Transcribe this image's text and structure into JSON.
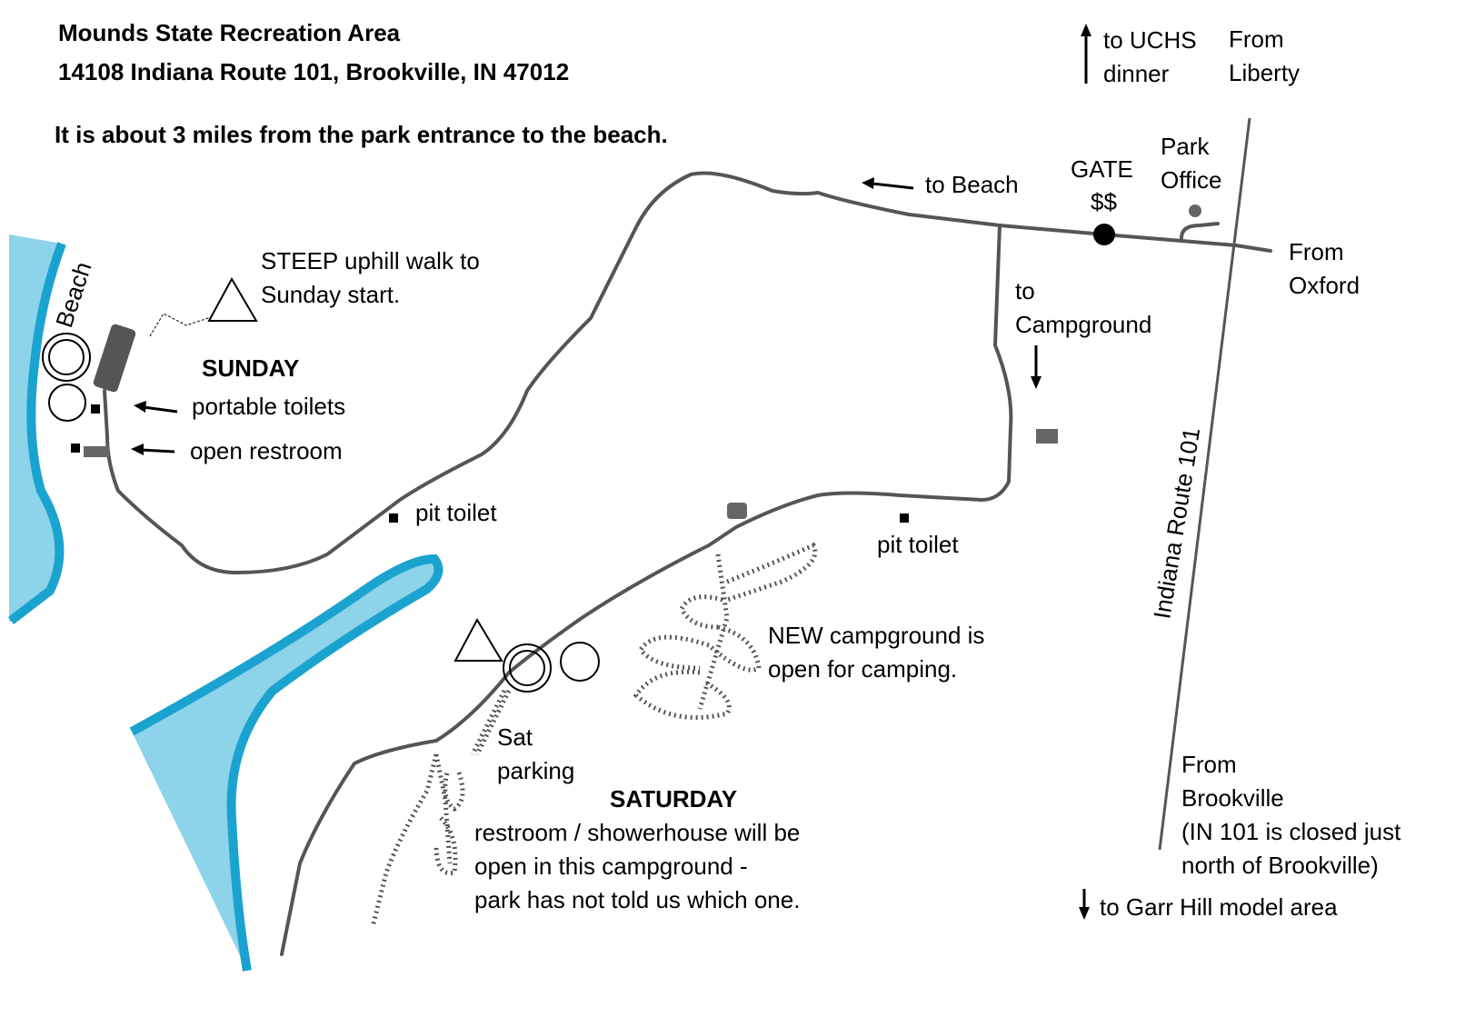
{
  "header": {
    "title": "Mounds State Recreation Area",
    "address": "14108 Indiana Route 101, Brookville, IN 47012",
    "note": "It is about 3 miles from the park entrance to the beach."
  },
  "labels": {
    "to_uchs_1": "to UCHS",
    "to_uchs_2": "dinner",
    "from_liberty_1": "From",
    "from_liberty_2": "Liberty",
    "park_office_1": "Park",
    "park_office_2": "Office",
    "gate_1": "GATE",
    "gate_2": "$$",
    "to_beach": "to Beach",
    "from_oxford_1": "From",
    "from_oxford_2": "Oxford",
    "to_campground_1": "to",
    "to_campground_2": "Campground",
    "route": "Indiana Route 101",
    "beach": "Beach",
    "steep_1": "STEEP uphill walk to",
    "steep_2": "Sunday start.",
    "sunday": "SUNDAY",
    "portable_toilets": "portable toilets",
    "open_restroom": "open restroom",
    "pit_toilet_1": "pit toilet",
    "pit_toilet_2": "pit toilet",
    "new_camp_1": "NEW campground is",
    "new_camp_2": "open for camping.",
    "sat_parking_1": "Sat",
    "sat_parking_2": "parking",
    "saturday": "SATURDAY",
    "shower_1": "restroom / showerhouse will be",
    "shower_2": "open in this campground -",
    "shower_3": "park has not told us which one.",
    "from_brookville_1": "From",
    "from_brookville_2": "Brookville",
    "from_brookville_3": "(IN 101 is closed just",
    "from_brookville_4": "north of Brookville)",
    "to_garr": "to Garr Hill model area"
  },
  "colors": {
    "water": "#8dd3ea",
    "shore": "#1ba3cf",
    "road": "#555555"
  }
}
